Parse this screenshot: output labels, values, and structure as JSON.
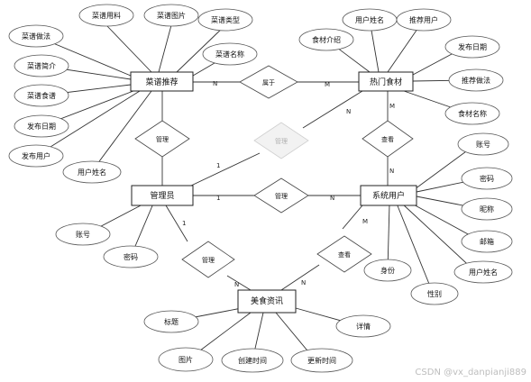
{
  "entities": {
    "recipe_recommend": "菜谱推荐",
    "popular_food": "热门食材",
    "admin": "管理员",
    "system_user": "系统用户",
    "food_news": "美食资讯"
  },
  "attributes": {
    "recipe": [
      "菜谱用料",
      "菜谱图片",
      "菜谱类型",
      "菜谱名称",
      "菜谱做法",
      "菜谱简介",
      "菜谱食谱",
      "发布日期",
      "发布用户",
      "用户姓名"
    ],
    "food": [
      "食材介绍",
      "用户姓名",
      "推荐用户",
      "发布日期",
      "推荐做法",
      "食材名称"
    ],
    "user": [
      "账号",
      "密码",
      "昵称",
      "邮箱",
      "用户姓名",
      "性别",
      "身份"
    ],
    "admin": [
      "账号",
      "密码"
    ],
    "news": [
      "标题",
      "详情",
      "图片",
      "创建时间",
      "更新时间"
    ]
  },
  "relationships": {
    "belongs": "属于",
    "manage_recipe": "管理",
    "manage_food": "管理",
    "manage_user": "管理",
    "view_food": "查看",
    "manage_news": "管理",
    "view_news": "查看"
  },
  "cardinalities": {
    "belongs_recipe": "N",
    "belongs_food": "M",
    "food_manage": "N",
    "admin_food": "1",
    "admin_user": "1",
    "user_manage": "N",
    "food_view": "M",
    "user_view_food": "N",
    "admin_news": "1",
    "news_manage": "N",
    "news_view": "N",
    "user_view_news": "M"
  },
  "watermark": "CSDN @vx_danpianji889"
}
